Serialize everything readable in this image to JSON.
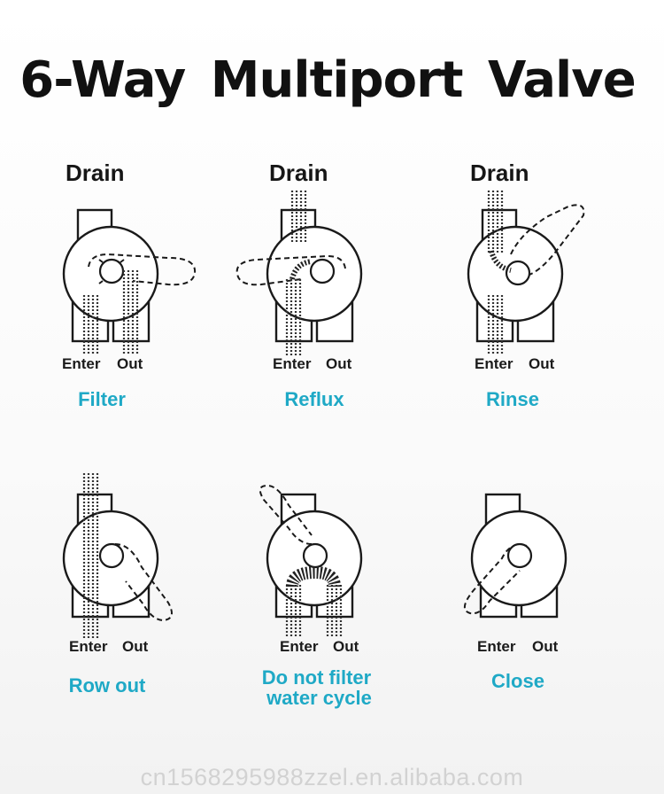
{
  "title": "6-Way Multiport Valve",
  "labels": {
    "drain": "Drain",
    "enter": "Enter",
    "out": "Out"
  },
  "modes": [
    {
      "key": "filter",
      "name": "Filter",
      "show_drain": true
    },
    {
      "key": "reflux",
      "name": "Reflux",
      "show_drain": true
    },
    {
      "key": "rinse",
      "name": "Rinse",
      "show_drain": true
    },
    {
      "key": "row-out",
      "name": "Row out",
      "show_drain": false
    },
    {
      "key": "do-not-filter",
      "name_line1": "Do not filter",
      "name_line2": "water cycle",
      "show_drain": false
    },
    {
      "key": "close",
      "name": "Close",
      "show_drain": false
    }
  ],
  "watermark": "cn1568295988zzel.en.alibaba.com",
  "colors": {
    "mode_label": "#1fa9c6",
    "ink": "#1a1a1a"
  }
}
